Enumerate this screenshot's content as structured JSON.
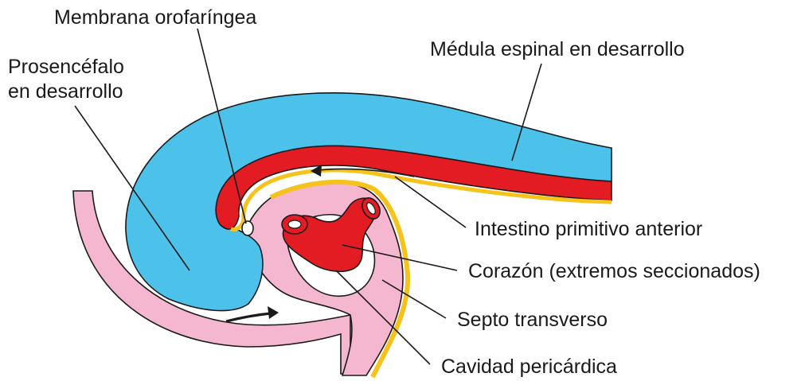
{
  "labels": {
    "membrana": "Membrana orofaríngea",
    "prosencefalo_1": "Prosencéfalo",
    "prosencefalo_2": "en desarrollo",
    "medula": "Médula espinal en desarrollo",
    "intestino": "Intestino primitivo anterior",
    "corazon": "Corazón (extremos seccionados)",
    "septo": "Septo transverso",
    "cavidad": "Cavidad pericárdica"
  },
  "colors": {
    "neural_tube": "#4cc1ea",
    "gut": "#e31b23",
    "pink_tissue": "#f4b7cf",
    "pericardium_line": "#f6c21c",
    "outline": "#1a1a1a",
    "cavity": "#ffffff"
  },
  "icons": {
    "flow_arrow_gut": "arrow-left-icon",
    "flow_arrow_bottom": "arrow-right-icon"
  }
}
